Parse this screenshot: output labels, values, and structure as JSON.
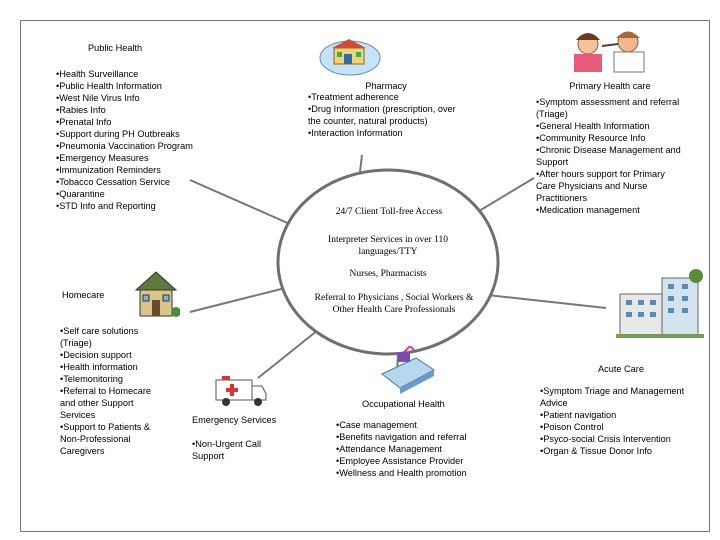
{
  "hub": {
    "lines": [
      "24/7 Client Toll-free Access",
      "Interpreter Services in over 110 languages/TTY",
      "Nurses, Pharmacists",
      "Referral to Physicians , Social Workers & Other Health Care Professionals"
    ]
  },
  "public_health": {
    "title": "Public Health",
    "items": [
      "Health Surveillance",
      "Public Health Information",
      "West Nile Virus Info",
      "Rabies Info",
      "Prenatal Info",
      "Support during PH Outbreaks",
      "Pneumonia Vaccination Program",
      "Emergency Measures",
      "Immunization Reminders",
      "Tobacco Cessation Service",
      "Quarantine",
      "STD Info and Reporting"
    ]
  },
  "pharmacy": {
    "title": "Pharmacy",
    "items": [
      "Treatment adherence",
      "Drug Information (prescription, over the counter, natural products)",
      "Interaction Information"
    ]
  },
  "primary_health_care": {
    "title": "Primary Health care",
    "items": [
      "Symptom assessment and referral (Triage)",
      "General Health Information",
      "Community Resource Info",
      "Chronic Disease Management and Support",
      "After hours support for Primary Care Physicians and Nurse Practitioners",
      "Medication management"
    ]
  },
  "homecare": {
    "title": "Homecare",
    "items": [
      "Self care solutions (Triage)",
      "Decision support",
      "Health information",
      "Telemonitoring",
      "Referral to Homecare and other Support Services",
      "Support to Patients & Non-Professional Caregivers"
    ]
  },
  "emergency_services": {
    "title": "Emergency Services",
    "items": [
      "Non-Urgent Call Support"
    ]
  },
  "occupational_health": {
    "title": "Occupational Health",
    "items": [
      "Case management",
      "Benefits navigation and referral",
      "Attendance Management",
      "Employee Assistance Provider",
      "Wellness and Health promotion"
    ]
  },
  "acute_care": {
    "title": "Acute Care",
    "items": [
      "Symptom Triage and Management Advice",
      "Patient navigation",
      "Poison Control",
      "Psyco-social Crisis Intervention",
      "Organ & Tissue Donor Info"
    ]
  },
  "colors": {
    "hub_stroke": "#6f6f6f",
    "spoke": "#777777"
  },
  "icons": [
    "pharmacy-clipart-icon",
    "doctor-patient-clipart-icon",
    "house-clipart-icon",
    "hospital-clipart-icon",
    "ambulance-clipart-icon",
    "office-clipart-icon"
  ]
}
